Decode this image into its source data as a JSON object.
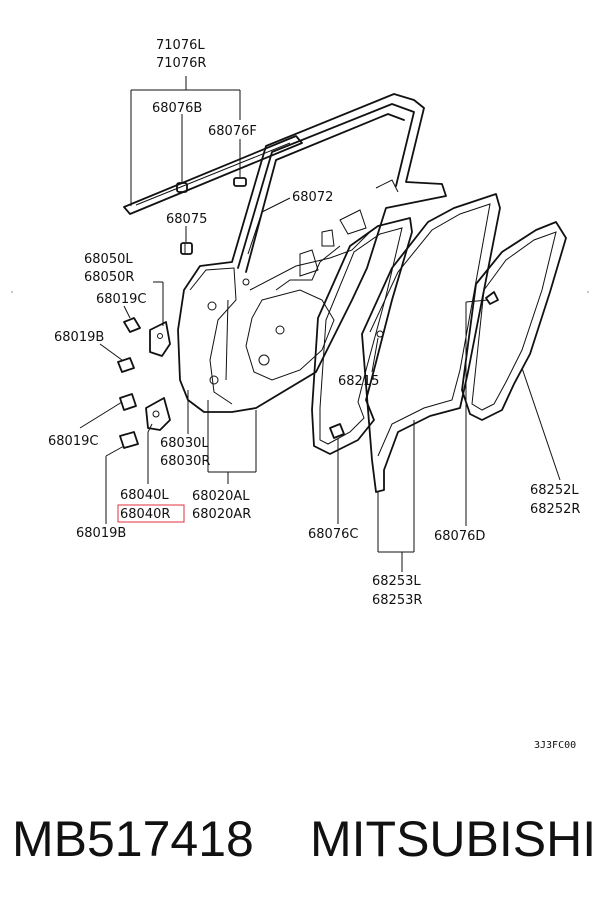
{
  "labels": {
    "p71076": [
      "71076L",
      "71076R"
    ],
    "p68076b": "68076B",
    "p68076f": "68076F",
    "p68072": "68072",
    "p68075": "68075",
    "p68050": [
      "68050L",
      "68050R"
    ],
    "p68019c_top": "68019C",
    "p68019b_top": "68019B",
    "p68019c_bottom": "68019C",
    "p68030": [
      "68030L",
      "68030R"
    ],
    "p68040": [
      "68040L",
      "68040R"
    ],
    "p68020": [
      "68020AL",
      "68020AR"
    ],
    "p68019b_bottom": "68019B",
    "p68215": "68215",
    "p68076c": "68076C",
    "p68076d": "68076D",
    "p68253": [
      "68253L",
      "68253R"
    ],
    "p68252": [
      "68252L",
      "68252R"
    ]
  },
  "highlight_color": "#e0323c",
  "diagram_code": "3J3FC00",
  "footer": {
    "part_number": "MB517418",
    "brand": "MITSUBISHI"
  }
}
